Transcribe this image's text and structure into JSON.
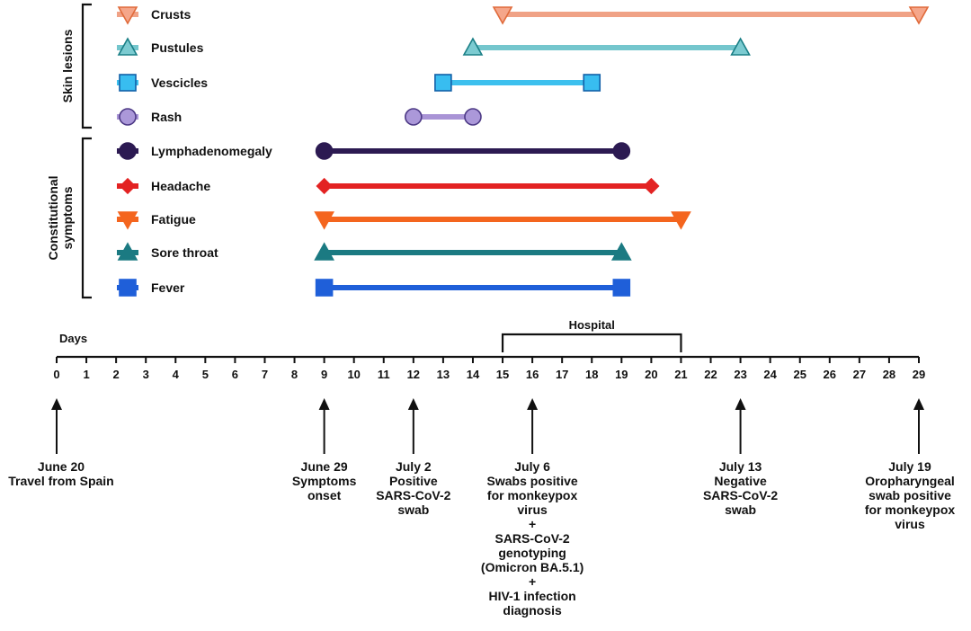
{
  "groups": [
    {
      "label": "Skin lesions"
    },
    {
      "label": "Constitutional symptoms",
      "lines": [
        "Constitutional",
        "symptoms"
      ]
    }
  ],
  "chart_data": {
    "type": "timeline",
    "x_axis": {
      "label": "Days",
      "min": 0,
      "max": 29,
      "ticks": [
        0,
        1,
        2,
        3,
        4,
        5,
        6,
        7,
        8,
        9,
        10,
        11,
        12,
        13,
        14,
        15,
        16,
        17,
        18,
        19,
        20,
        21,
        22,
        23,
        24,
        25,
        26,
        27,
        28,
        29
      ]
    },
    "series": [
      {
        "name": "Crusts",
        "group": "Skin lesions",
        "start": 15,
        "end": 29,
        "marker": "triangle-down-open",
        "color": "#f0a286",
        "marker_fill": "#f5a68a",
        "marker_stroke": "#e06a3a"
      },
      {
        "name": "Pustules",
        "group": "Skin lesions",
        "start": 14,
        "end": 23,
        "marker": "triangle-up-open",
        "color": "#74c6cd",
        "marker_fill": "#7ccbd1",
        "marker_stroke": "#1a7f86"
      },
      {
        "name": "Vescicles",
        "group": "Skin lesions",
        "start": 13,
        "end": 18,
        "marker": "square-open",
        "color": "#3dc0ee",
        "marker_fill": "#38bdf0",
        "marker_stroke": "#1260a8"
      },
      {
        "name": "Rash",
        "group": "Skin lesions",
        "start": 12,
        "end": 14,
        "marker": "circle-open",
        "color": "#a994d6",
        "marker_fill": "#ab98d9",
        "marker_stroke": "#4d3a86"
      },
      {
        "name": "Lymphadenomegaly",
        "group": "Constitutional symptoms",
        "start": 9,
        "end": 19,
        "marker": "circle",
        "color": "#2c1a52",
        "marker_fill": "#2c1a52",
        "marker_stroke": "#2c1a52"
      },
      {
        "name": "Headache",
        "group": "Constitutional symptoms",
        "start": 9,
        "end": 20,
        "marker": "diamond",
        "color": "#e32222",
        "marker_fill": "#e32222",
        "marker_stroke": "#e32222"
      },
      {
        "name": "Fatigue",
        "group": "Constitutional symptoms",
        "start": 9,
        "end": 21,
        "marker": "triangle-down",
        "color": "#f4651e",
        "marker_fill": "#f4651e",
        "marker_stroke": "#f4651e"
      },
      {
        "name": "Sore throat",
        "group": "Constitutional symptoms",
        "start": 9,
        "end": 19,
        "marker": "triangle-up",
        "color": "#1b7a82",
        "marker_fill": "#1b7a82",
        "marker_stroke": "#1b7a82"
      },
      {
        "name": "Fever",
        "group": "Constitutional symptoms",
        "start": 9,
        "end": 19,
        "marker": "square",
        "color": "#1f5fd9",
        "marker_fill": "#1f5fd9",
        "marker_stroke": "#1f5fd9"
      }
    ],
    "periods": [
      {
        "label": "Hospital",
        "start": 15,
        "end": 21
      }
    ],
    "events": [
      {
        "day": 0,
        "lines": [
          "June 20",
          "Travel from Spain"
        ]
      },
      {
        "day": 9,
        "lines": [
          "June 29",
          "Symptoms",
          "onset"
        ]
      },
      {
        "day": 12,
        "lines": [
          "July 2",
          "Positive",
          "SARS-CoV-2",
          "swab"
        ]
      },
      {
        "day": 16,
        "lines": [
          "July 6",
          "Swabs positive",
          "for monkeypox",
          "virus",
          "+",
          "SARS-CoV-2",
          "genotyping",
          "(Omicron BA.5.1)",
          "+",
          "HIV-1 infection",
          "diagnosis"
        ]
      },
      {
        "day": 23,
        "lines": [
          "July 13",
          "Negative",
          "SARS-CoV-2",
          "swab"
        ]
      },
      {
        "day": 29,
        "lines": [
          "July 19",
          "Oropharyngeal",
          "swab positive",
          "for monkeypox",
          "virus"
        ]
      }
    ]
  }
}
